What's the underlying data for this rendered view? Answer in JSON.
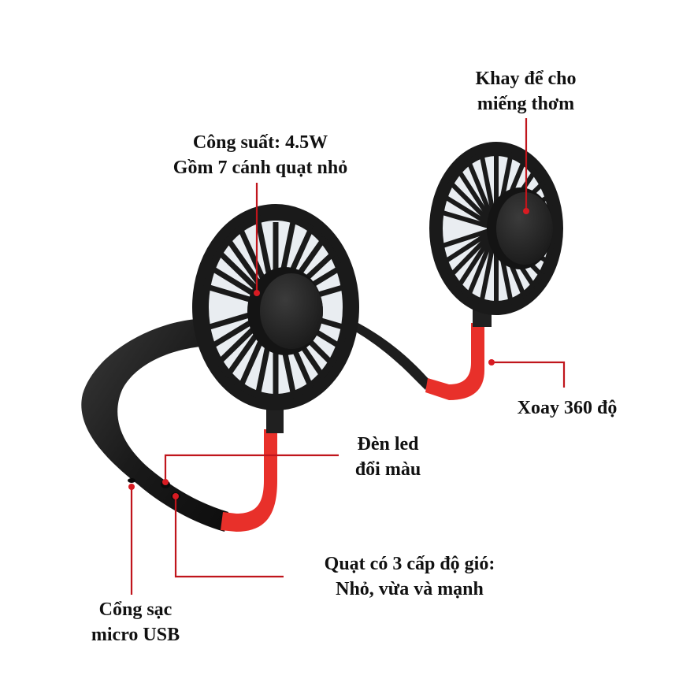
{
  "image": {
    "subject": "Quạt đeo cổ (neckband fan) annotated product diagram",
    "colors": {
      "background": "#ffffff",
      "band": "#1c1c1c",
      "fan": "#1a1a1a",
      "hub": "#2a2a2a",
      "flex_neck": "#e8302a",
      "callout_line": "#c0151c",
      "text": "#111111"
    }
  },
  "labels": {
    "tray": {
      "line1": "Khay để cho",
      "line2": "miếng thơm"
    },
    "power": {
      "line1": "Công suất: 4.5W",
      "line2": "Gồm 7 cánh quạt nhỏ"
    },
    "rotate": {
      "line1": "Xoay 360 độ"
    },
    "led": {
      "line1": "Đèn led",
      "line2": "đổi màu"
    },
    "speed": {
      "line1": "Quạt có 3 cấp độ gió:",
      "line2": "Nhỏ, vừa và mạnh"
    },
    "charge": {
      "line1": "Cổng sạc",
      "line2": "micro USB"
    }
  }
}
